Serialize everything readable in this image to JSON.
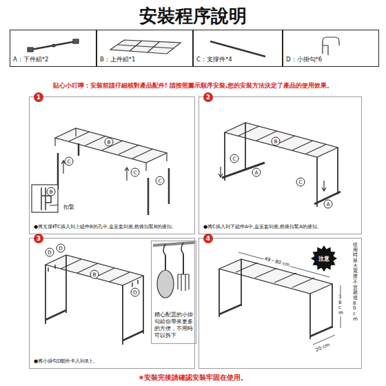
{
  "diagram": {
    "title": "安裝程序說明",
    "caption": "★安裝完後請確認安裝牢固在使用。",
    "nodes": [
      {
        "text": [
          "A：下件組*2"
        ]
      },
      {
        "text": [
          "B：上件組*1"
        ]
      },
      {
        "text": [
          "C：支撐件*4"
        ]
      },
      {
        "text": [
          "D：小掛勾*6"
        ]
      },
      {
        "text": [
          "1",
          "●將支撐桿C插入到上組件B的孔中,直至套到底,然後扣緊B的搭扣。"
        ]
      },
      {
        "text": [
          "2",
          "●將C插入到下組件A中,直至套到底,然後扣緊A的搭扣。"
        ]
      },
      {
        "text": [
          "3",
          "●將小掛勾D朝外卡入到B上。"
        ]
      },
      {
        "text": [
          "精心配置的小掛勾給你帶來更多的方便，不用時可以拆下"
        ],
        "in": 6
      },
      {
        "text": [
          "4"
        ]
      },
      {
        "text": [
          "注意"
        ],
        "in": 8
      }
    ],
    "labels": [
      "貼心小叮嚀：安裝前請仔細核對產品配件! 請按照圖示順序安裝,您的安裝方法決定了產品的使用效果。",
      "B",
      "C",
      "C",
      "C",
      "B",
      "扣緊",
      "B",
      "C",
      "A",
      "C",
      "A",
      "D",
      "D",
      "B",
      "D",
      "49～80 cm",
      "38cm",
      "20 cm",
      "使用時最大寬度不宜超過80cm"
    ]
  }
}
